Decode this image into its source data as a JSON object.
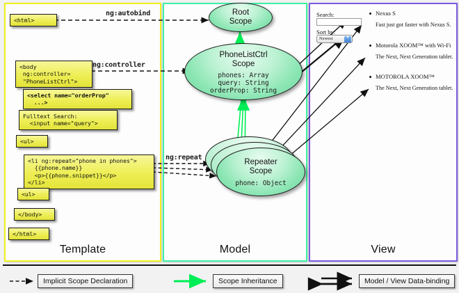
{
  "columns": [
    {
      "key": "template",
      "label": "Template",
      "border_color": "#f2f01e"
    },
    {
      "key": "model",
      "label": "Model",
      "border_color": "#3ef0a6"
    },
    {
      "key": "view",
      "label": "View",
      "border_color": "#7b5ce0"
    }
  ],
  "template": {
    "blocks": [
      {
        "name": "html-open-tag",
        "text": "<html>"
      },
      {
        "name": "body-controller",
        "text": "<body\n ng:controller=\n \"PhoneListCtrl\">"
      },
      {
        "name": "select-orderprop",
        "text": "<select name=\"orderProp\"\n  ...>"
      },
      {
        "name": "fulltext-search",
        "text": "Fulltext Search:\n  <input name=\"query\">"
      },
      {
        "name": "ul-open-tag",
        "text": "<ul>"
      },
      {
        "name": "li-ng-repeat",
        "text": "<li ng:repeat=\"phone in phones\">\n  {{phone.name}}\n  <p>{{phone.snippet}}</p>\n</li>"
      },
      {
        "name": "ul-close-tag",
        "text": "<ul>"
      },
      {
        "name": "body-close-tag",
        "text": "</body>"
      },
      {
        "name": "html-close-tag",
        "text": "</html>"
      }
    ]
  },
  "connectors": {
    "autobind": "ng:autobind",
    "controller": "ng:controller",
    "repeat": "ng:repeat"
  },
  "model": {
    "scopes": [
      {
        "name": "root-scope",
        "title": "Root\nScope",
        "props": ""
      },
      {
        "name": "phonelistctrl-scope",
        "title": "PhoneListCtrl\nScope",
        "props": "phones: Array\nquery: String\norderProp: String",
        "bold_prop": "orderProp: String"
      },
      {
        "name": "repeater-scope",
        "title": "Repeater\nScope",
        "props": "phone: Object"
      }
    ],
    "root_title_line1": "Root",
    "root_title_line2": "Scope",
    "ctrl_title_line1": "PhoneListCtrl",
    "ctrl_title_line2": "Scope",
    "ctrl_prop1": "phones: Array",
    "ctrl_prop2": "query: String",
    "ctrl_prop3": "orderProp: String",
    "rep_title_line1": "Repeater",
    "rep_title_line2": "Scope",
    "rep_prop1": "phone: Object"
  },
  "view": {
    "search_label": "Search:",
    "search_value": "",
    "search_placeholder": "",
    "sort_label": "Sort by:",
    "sort_selected": "Newest",
    "phones": [
      {
        "name": "Nexus S",
        "snippet": "Fast just got faster with Nexus S."
      },
      {
        "name": "Motorola XOOM™ with Wi-Fi",
        "snippet": "The Next, Next Generation tablet."
      },
      {
        "name": "MOTOROLA XOOM™",
        "snippet": "The Next, Next Generation tablet."
      }
    ]
  },
  "legend": [
    {
      "name": "implicit-scope-declaration",
      "label": "Implicit Scope Declaration",
      "arrow": "dashed-black"
    },
    {
      "name": "scope-inheritance",
      "label": "Scope Inheritance",
      "arrow": "solid-green"
    },
    {
      "name": "model-view-data-binding",
      "label": "Model / View Data-binding",
      "arrow": "double-black"
    }
  ],
  "colors": {
    "code_fill": "#eeee55",
    "scope_fill": "#8ce6b4",
    "inheritance_arrow": "#00ee55",
    "template_border": "#f2f01e",
    "model_border": "#3ef0a6",
    "view_border": "#7b5ce0"
  }
}
